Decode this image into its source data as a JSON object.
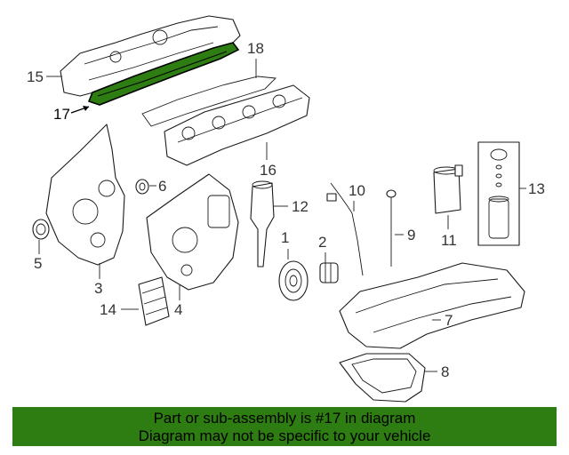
{
  "diagram": {
    "callouts": [
      "1",
      "2",
      "3",
      "4",
      "5",
      "6",
      "7",
      "8",
      "9",
      "10",
      "11",
      "12",
      "13",
      "14",
      "15",
      "16",
      "17",
      "18"
    ],
    "highlighted_part": "17",
    "highlight_color": "#2e7d12"
  },
  "banner": {
    "line1": "Part or sub-assembly is #17 in diagram",
    "line2": "Diagram may not be specific to your vehicle",
    "background": "#2e7d12"
  }
}
